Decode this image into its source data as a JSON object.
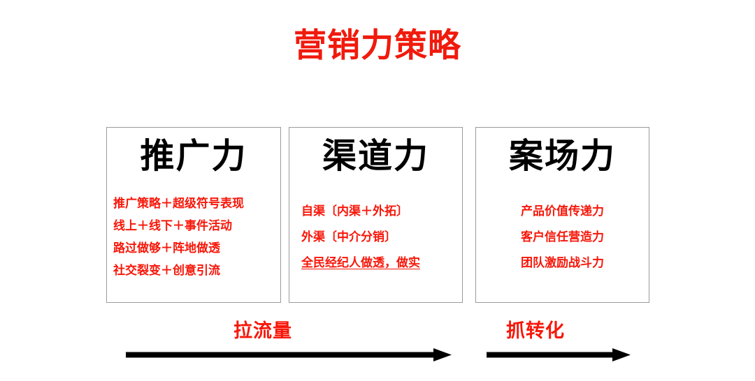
{
  "title": "营销力策略",
  "colors": {
    "accent_red": "#f7170a",
    "title_red": "#f01a0d",
    "heading_black": "#000000",
    "box_border": "#9a9a9a",
    "background": "#ffffff"
  },
  "boxes": [
    {
      "heading": "推广力",
      "lines": [
        {
          "text": "推广策略＋超级符号表现",
          "underline": false
        },
        {
          "text": "线上＋线下＋事件活动",
          "underline": false
        },
        {
          "text": "路过做够＋阵地做透",
          "underline": false
        },
        {
          "text": "社交裂变＋创意引流",
          "underline": false
        }
      ]
    },
    {
      "heading": "渠道力",
      "lines": [
        {
          "text": "自渠〔内渠＋外拓〕",
          "underline": false
        },
        {
          "text": "外渠〔中介分销〕",
          "underline": false
        },
        {
          "text": "全民经纪人做透，做实",
          "underline": true
        }
      ]
    },
    {
      "heading": "案场力",
      "lines": [
        {
          "text": "产品价值传递力",
          "underline": false
        },
        {
          "text": "客户信任营造力",
          "underline": false
        },
        {
          "text": "团队激励战斗力",
          "underline": false
        }
      ]
    }
  ],
  "arrows": [
    {
      "label": "拉流量",
      "icon": "right-arrow-icon"
    },
    {
      "label": "抓转化",
      "icon": "right-arrow-icon"
    }
  ]
}
